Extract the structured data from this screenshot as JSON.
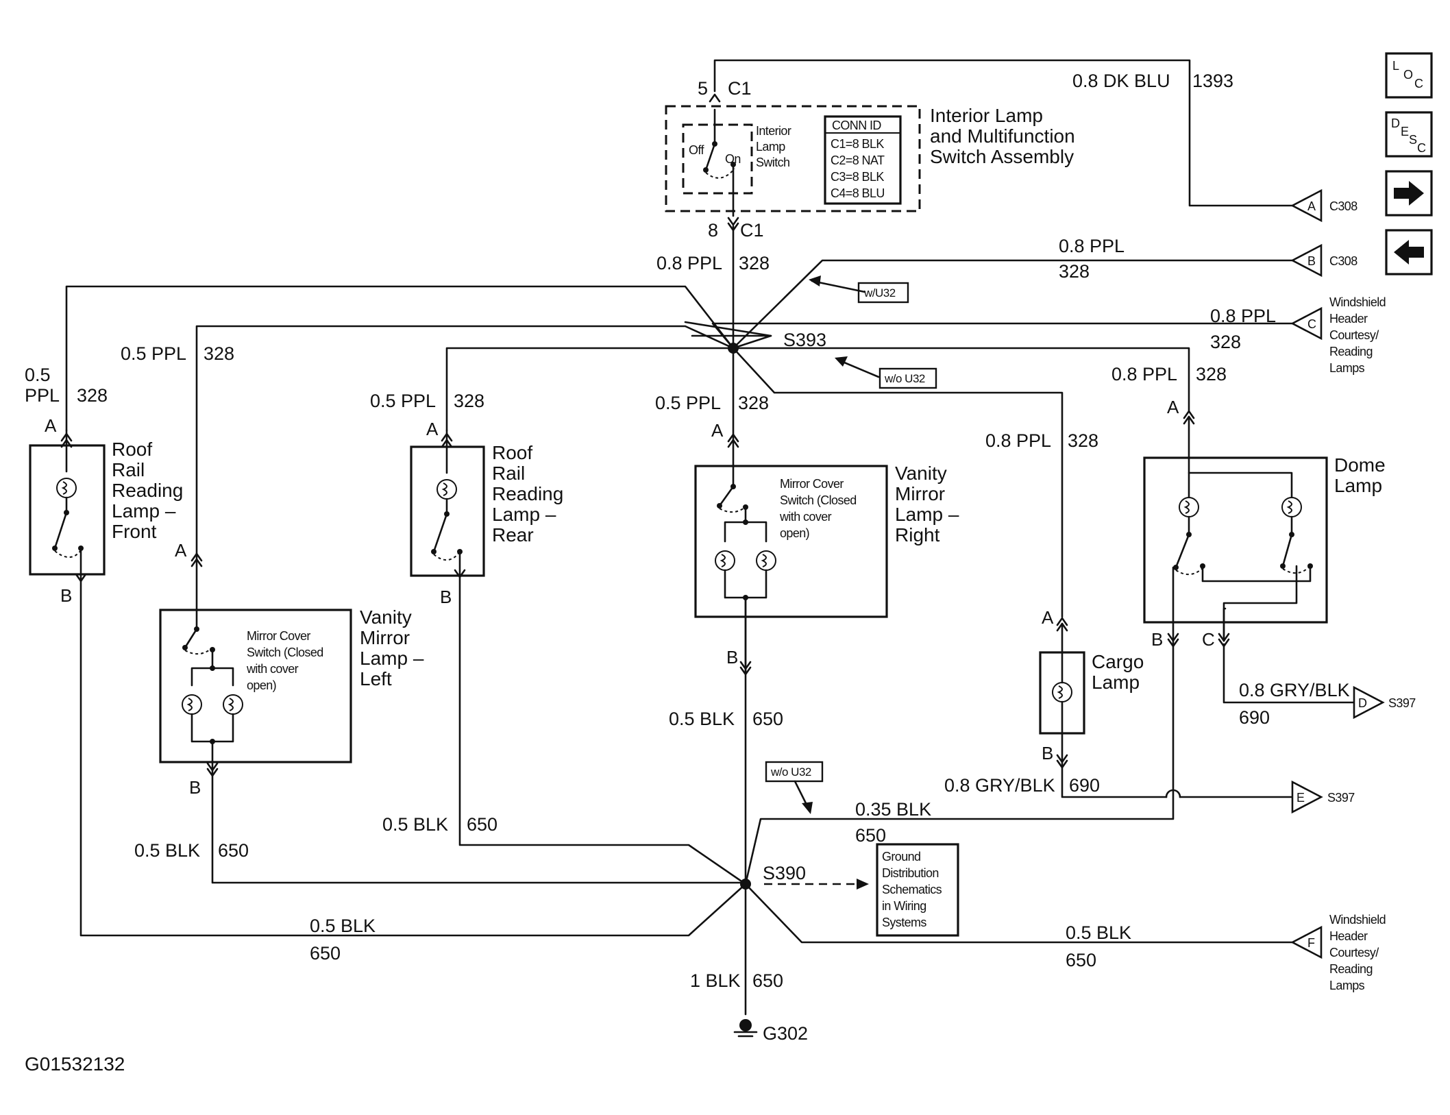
{
  "wire_labels": {
    "top_blu_gauge": "0.8 DK BLU",
    "top_blu_circuit": "1393",
    "c1_top_pin": "5",
    "c1_top_conn": "C1",
    "c1_bot_pin": "8",
    "c1_bot_conn": "C1",
    "main_ppl_gauge": "0.8 PPL",
    "main_ppl_circuit": "328",
    "b308_gauge": "0.8 PPL",
    "b308_circuit": "328",
    "c_ws_gauge": "0.8 PPL",
    "c_ws_circuit": "328",
    "dome_ppl_gauge": "0.8 PPL",
    "dome_ppl_circuit": "328",
    "cargo_ppl_gauge": "0.8 PPL",
    "cargo_ppl_circuit": "328",
    "front_ppl_gauge_1": "0.5",
    "front_ppl_gauge_2": "PPL",
    "front_ppl_circuit": "328",
    "vanity_l_ppl_gauge": "0.5 PPL",
    "vanity_l_ppl_circuit": "328",
    "rear_ppl_gauge": "0.5 PPL",
    "rear_ppl_circuit": "328",
    "vanity_r_ppl_gauge": "0.5 PPL",
    "vanity_r_ppl_circuit": "328",
    "vanity_r_blk_gauge": "0.5 BLK",
    "vanity_r_blk_circuit": "650",
    "rear_blk_gauge": "0.5 BLK",
    "rear_blk_circuit": "650",
    "vanity_l_blk_gauge": "0.5 BLK",
    "vanity_l_blk_circuit": "650",
    "front_blk_gauge": "0.5 BLK",
    "front_blk_circuit": "650",
    "ws_blk_gauge": "0.5 BLK",
    "ws_blk_circuit": "650",
    "dome_blk_gauge": "0.35 BLK",
    "dome_blk_circuit": "650",
    "ground_gauge": "1 BLK",
    "ground_circuit": "650",
    "cargo_gry_gauge": "0.8 GRY/BLK",
    "cargo_gry_circuit": "690",
    "dome_gry_gauge": "0.8 GRY/BLK",
    "dome_gry_circuit": "690"
  },
  "splices": {
    "s393": "S393",
    "s390": "S390",
    "g302": "G302"
  },
  "options": {
    "with_u32": "w/U32",
    "without_u32_1": "w/o U32",
    "without_u32_2": "w/o U32"
  },
  "connectors": {
    "c308": "C308",
    "s397": "S397",
    "pin_a": "A",
    "pin_b": "B",
    "pin_c": "C",
    "pin_d": "D",
    "pin_e": "E",
    "pin_f": "F"
  },
  "switch_assembly": {
    "title": [
      "Interior Lamp",
      "and Multifunction",
      "Switch Assembly"
    ],
    "switch_label": [
      "Interior",
      "Lamp",
      "Switch"
    ],
    "off": "Off",
    "on": "On",
    "conn_id_header": "CONN ID",
    "conn_ids": [
      "C1=8 BLK",
      "C2=8 NAT",
      "C3=8 BLK",
      "C4=8 BLU"
    ]
  },
  "components": {
    "front_lamp": [
      "Roof",
      "Rail",
      "Reading",
      "Lamp –",
      "Front"
    ],
    "rear_lamp": [
      "Roof",
      "Rail",
      "Reading",
      "Lamp –",
      "Rear"
    ],
    "vanity_left": [
      "Vanity",
      "Mirror",
      "Lamp –",
      "Left"
    ],
    "vanity_right": [
      "Vanity",
      "Mirror",
      "Lamp –",
      "Right"
    ],
    "mirror_switch_note": [
      "Mirror Cover",
      "Switch (Closed",
      "with cover",
      "open)"
    ],
    "cargo": [
      "Cargo",
      "Lamp"
    ],
    "dome": [
      "Dome",
      "Lamp"
    ],
    "ws_header_c": [
      "Windshield",
      "Header",
      "Courtesy/",
      "Reading",
      "Lamps"
    ],
    "ws_header_f": [
      "Windshield",
      "Header",
      "Courtesy/",
      "Reading",
      "Lamps"
    ]
  },
  "ground_ref": [
    "Ground",
    "Distribution",
    "Schematics",
    "in Wiring",
    "Systems"
  ],
  "nav_buttons": {
    "loc": [
      "L",
      "O",
      "C"
    ],
    "desc": [
      "D",
      "E",
      "S",
      "C"
    ]
  },
  "figure_id": "G01532132"
}
